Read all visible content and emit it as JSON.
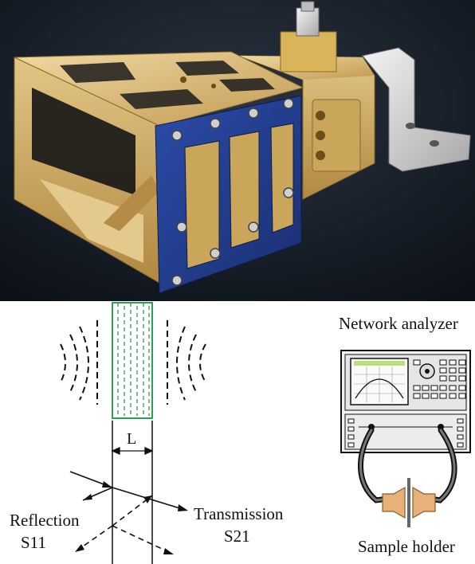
{
  "figure": {
    "photo_alt": "",
    "colors": {
      "photo_background": "#141b24",
      "gold": "#d6b56a",
      "blue_plate": "#1f3c8f",
      "sample": "#2e9e4f",
      "ink": "#111111"
    }
  },
  "diagram": {
    "thickness_label": "L",
    "reflection_label": "Reflection",
    "reflection_param": "S11",
    "transmission_label": "Transmission",
    "transmission_param": "S21"
  },
  "instrument": {
    "title": "Network analyzer",
    "holder_label": "Sample holder"
  }
}
